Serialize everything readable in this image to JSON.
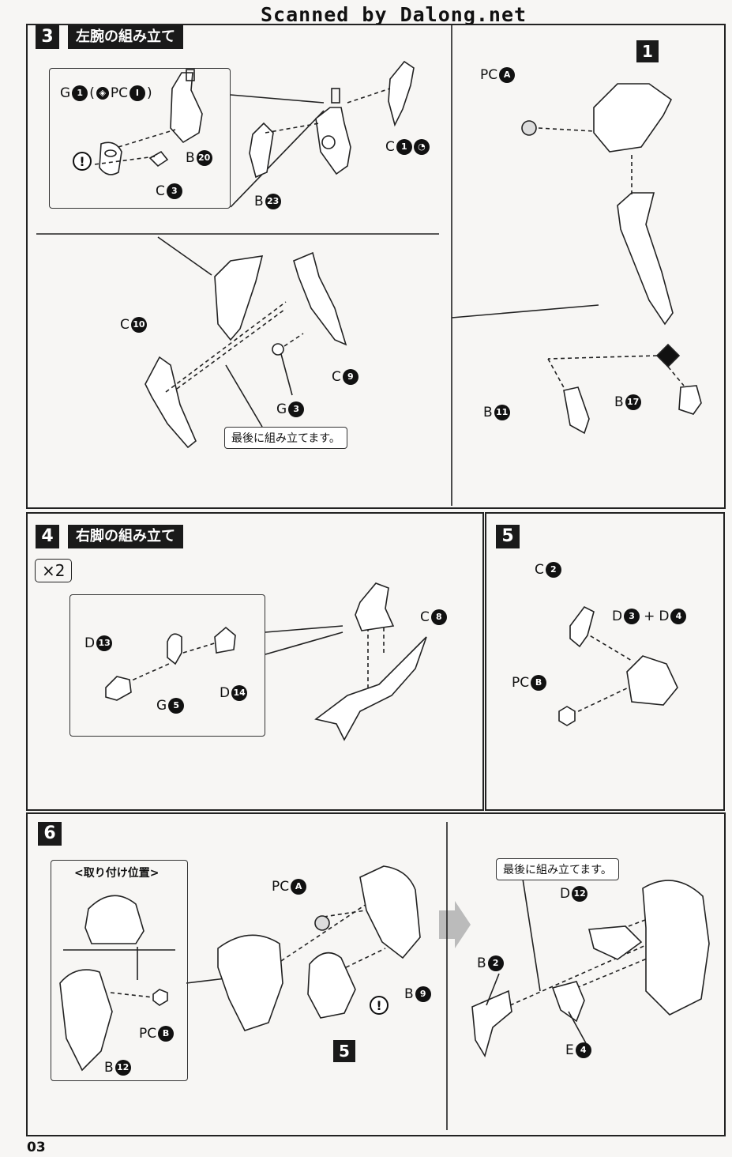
{
  "watermark": "Scanned by Dalong.net",
  "page_number": "03",
  "step3": {
    "number": "3",
    "title": "左腕の組み立て",
    "inset_label_a": "G",
    "inset_num_a": "1",
    "inset_label_a_extra": "(",
    "inset_label_a_pc": "PC",
    "inset_num_a_pc": "I",
    "inset_label_a_close": ")",
    "c3": {
      "letter": "C",
      "num": "3"
    },
    "b20": {
      "letter": "B",
      "num": "20"
    },
    "b23": {
      "letter": "B",
      "num": "23"
    },
    "c1": {
      "letter": "C",
      "num": "1"
    },
    "c10": {
      "letter": "C",
      "num": "10"
    },
    "c9": {
      "letter": "C",
      "num": "9"
    },
    "g3": {
      "letter": "G",
      "num": "3"
    },
    "note": "最後に組み立てます。",
    "pca": {
      "letter": "PC",
      "num": "A"
    },
    "ref1": "1",
    "b11": {
      "letter": "B",
      "num": "11"
    },
    "b17": {
      "letter": "B",
      "num": "17"
    },
    "warn": "!"
  },
  "step4": {
    "number": "4",
    "title": "右脚の組み立て",
    "times": "×2",
    "d13": {
      "letter": "D",
      "num": "13"
    },
    "g5": {
      "letter": "G",
      "num": "5"
    },
    "d14": {
      "letter": "D",
      "num": "14"
    },
    "c8": {
      "letter": "C",
      "num": "8"
    }
  },
  "step5": {
    "number": "5",
    "c2": {
      "letter": "C",
      "num": "2"
    },
    "d3": {
      "letter": "D",
      "num": "3"
    },
    "plus": "+",
    "d4": {
      "letter": "D",
      "num": "4"
    },
    "pcb": {
      "letter": "PC",
      "num": "B"
    }
  },
  "step6": {
    "number": "6",
    "position_title": "<取り付け位置>",
    "pcb": {
      "letter": "PC",
      "num": "B"
    },
    "b12": {
      "letter": "B",
      "num": "12"
    },
    "pca": {
      "letter": "PC",
      "num": "A"
    },
    "b9": {
      "letter": "B",
      "num": "9"
    },
    "ref5": "5",
    "note": "最後に組み立てます。",
    "d12": {
      "letter": "D",
      "num": "12"
    },
    "b2": {
      "letter": "B",
      "num": "2"
    },
    "e4": {
      "letter": "E",
      "num": "4"
    },
    "warn": "!"
  }
}
